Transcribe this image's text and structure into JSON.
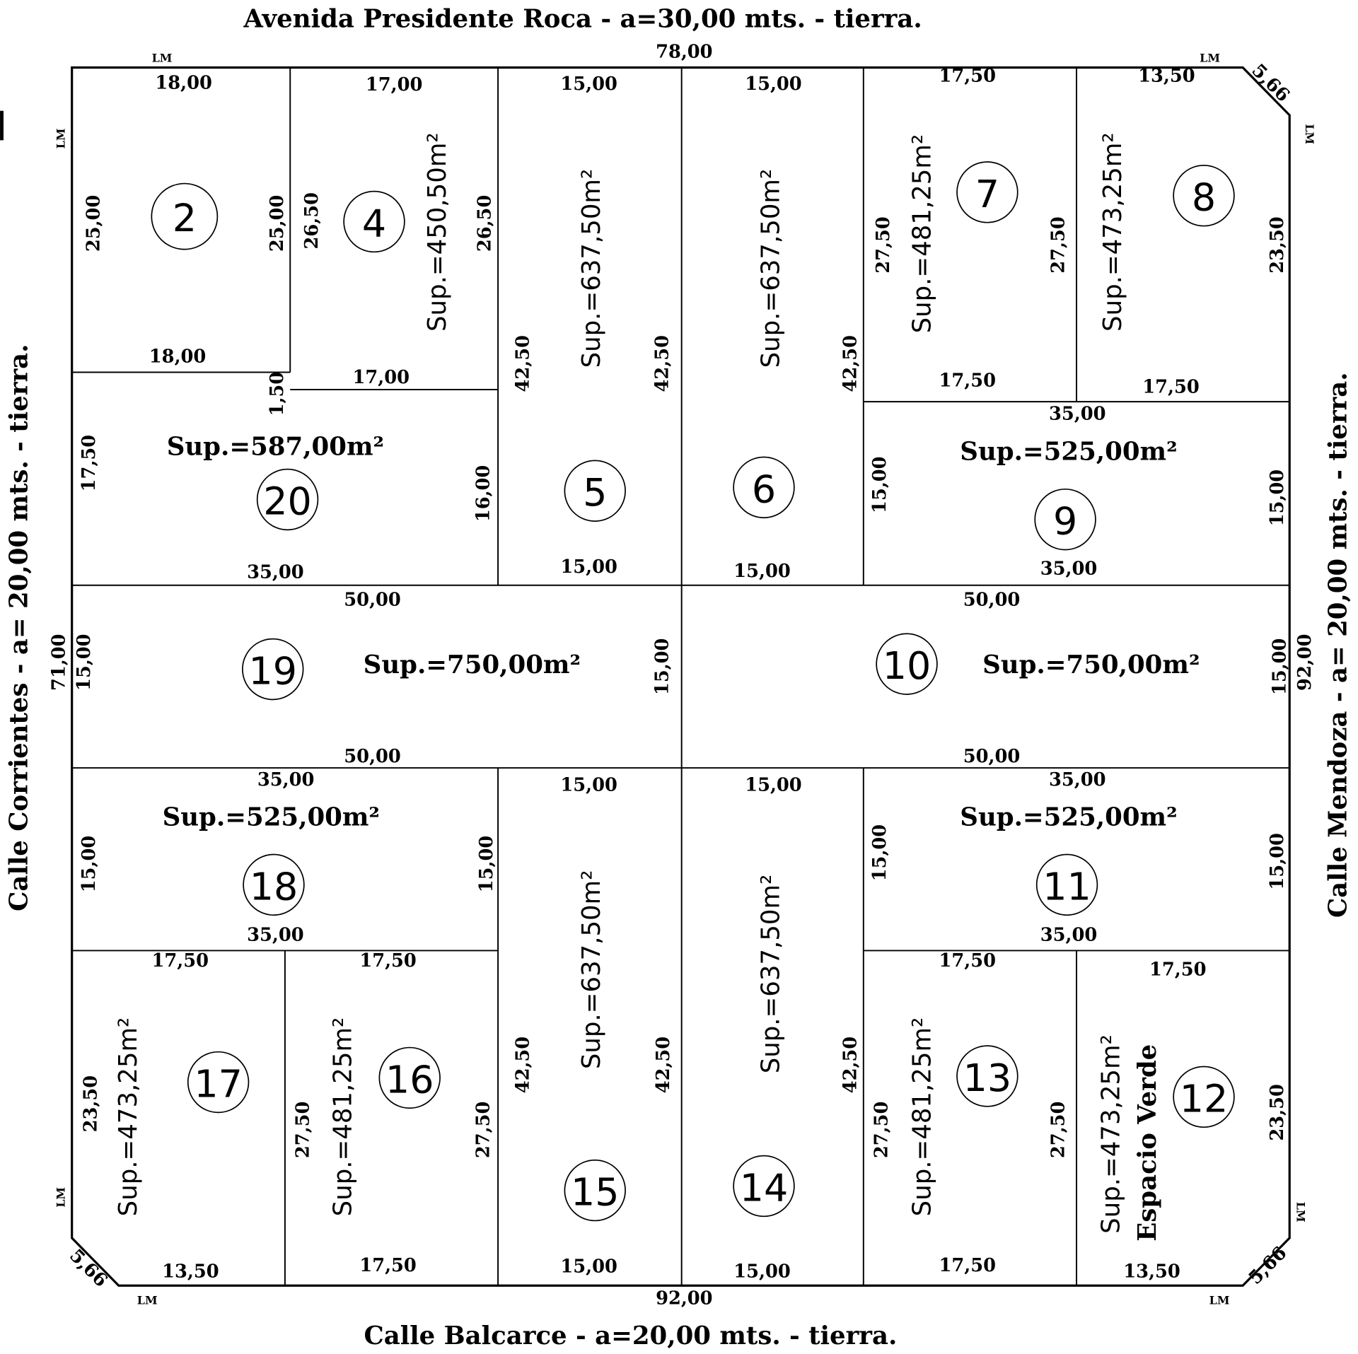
{
  "streets": {
    "top": "Avenida Presidente Roca - a=30,00 mts. - tierra.",
    "bottom": "Calle Balcarce - a=20,00 mts. - tierra.",
    "left": "Calle Corrientes - a= 20,00 mts. - tierra.",
    "right": "Calle  Mendoza - a= 20,00 mts. - tierra."
  },
  "totals": {
    "top": "78,00",
    "bottom": "92,00",
    "left": "71,00",
    "right": "92,00"
  },
  "lm": "LM",
  "chamfer": "5,66",
  "lots": {
    "2": {
      "number": "2",
      "dims": [
        "18,00",
        "25,00",
        "25,00",
        "18,00"
      ]
    },
    "4": {
      "number": "4",
      "area": "Sup.=450,50m²",
      "dims": [
        "17,00",
        "26,50",
        "26,50",
        "17,00"
      ]
    },
    "20": {
      "number": "20",
      "area": "Sup.=587,00m²",
      "dims": [
        "1,50",
        "17,50",
        "16,00",
        "35,00"
      ]
    },
    "5": {
      "number": "5",
      "area": "Sup.=637,50m²",
      "dims": [
        "15,00",
        "42,50",
        "42,50",
        "15,00"
      ]
    },
    "6": {
      "number": "6",
      "area": "Sup.=637,50m²",
      "dims": [
        "15,00",
        "42,50",
        "15,00"
      ]
    },
    "7": {
      "number": "7",
      "area": "Sup.=481,25m²",
      "dims": [
        "17,50",
        "27,50",
        "27,50",
        "17,50"
      ]
    },
    "8": {
      "number": "8",
      "area": "Sup.=473,25m²",
      "dims": [
        "13,50",
        "23,50",
        "17,50"
      ]
    },
    "9": {
      "number": "9",
      "area": "Sup.=525,00m²",
      "dims": [
        "35,00",
        "15,00",
        "15,00",
        "35,00"
      ]
    },
    "19": {
      "number": "19",
      "area": "Sup.=750,00m²",
      "dims": [
        "50,00",
        "15,00",
        "15,00",
        "50,00"
      ]
    },
    "10": {
      "number": "10",
      "area": "Sup.=750,00m²",
      "dims": [
        "50,00",
        "15,00",
        "50,00"
      ]
    },
    "18": {
      "number": "18",
      "area": "Sup.=525,00m²",
      "dims": [
        "35,00",
        "15,00",
        "15,00",
        "35,00"
      ]
    },
    "15": {
      "number": "15",
      "area": "Sup.=637,50m²",
      "dims": [
        "15,00",
        "42,50",
        "42,50",
        "15,00"
      ]
    },
    "14": {
      "number": "14",
      "area": "Sup.=637,50m²",
      "dims": [
        "15,00",
        "42,50",
        "15,00"
      ]
    },
    "11": {
      "number": "11",
      "area": "Sup.=525,00m²",
      "dims": [
        "35,00",
        "15,00",
        "15,00",
        "35,00"
      ]
    },
    "17": {
      "number": "17",
      "area": "Sup.=473,25m²",
      "dims": [
        "17,50",
        "23,50",
        "13,50"
      ]
    },
    "16": {
      "number": "16",
      "area": "Sup.=481,25m²",
      "dims": [
        "17,50",
        "27,50",
        "27,50",
        "17,50"
      ]
    },
    "13": {
      "number": "13",
      "area": "Sup.=481,25m²",
      "dims": [
        "17,50",
        "27,50",
        "27,50",
        "17,50"
      ]
    },
    "12": {
      "number": "12",
      "area": "Sup.=473,25m²",
      "note": "Espacio Verde",
      "dims": [
        "17,50",
        "23,50",
        "13,50"
      ]
    }
  }
}
